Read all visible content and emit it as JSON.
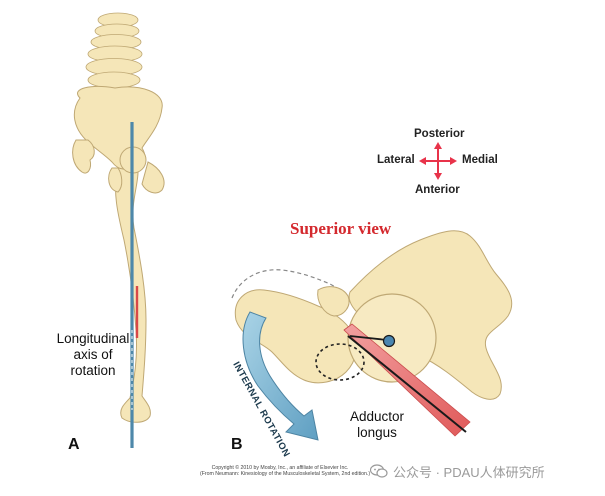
{
  "compass": {
    "posterior": "Posterior",
    "anterior": "Anterior",
    "lateral": "Lateral",
    "medial": "Medial",
    "arrow_color": "#e8334a"
  },
  "panel_a": {
    "letter": "A",
    "axis_label_line1": "Longitudinal",
    "axis_label_line2": "axis of",
    "axis_label_line3": "rotation"
  },
  "panel_b": {
    "letter": "B",
    "view_title": "Superior view",
    "rotation_label": "INTERNAL ROTATION",
    "muscle_label_line1": "Adductor",
    "muscle_label_line2": "longus"
  },
  "copyright": {
    "line1": "Copyright © 2010 by Mosby, Inc., an affiliate of Elsevier Inc.",
    "line2": "(From Neumann: Kinesiology of the Musculoskeletal System, 2nd edition.)"
  },
  "watermark": {
    "text": "公众号 · PDAU人体研究所"
  },
  "colors": {
    "bone": "#f5e6b8",
    "bone_shadow": "#dcc890",
    "axis_blue": "#5a93b4",
    "muscle_red": "#e66f6f",
    "rotation_arrow": "#86bdd6",
    "title_red": "#d4292e"
  }
}
